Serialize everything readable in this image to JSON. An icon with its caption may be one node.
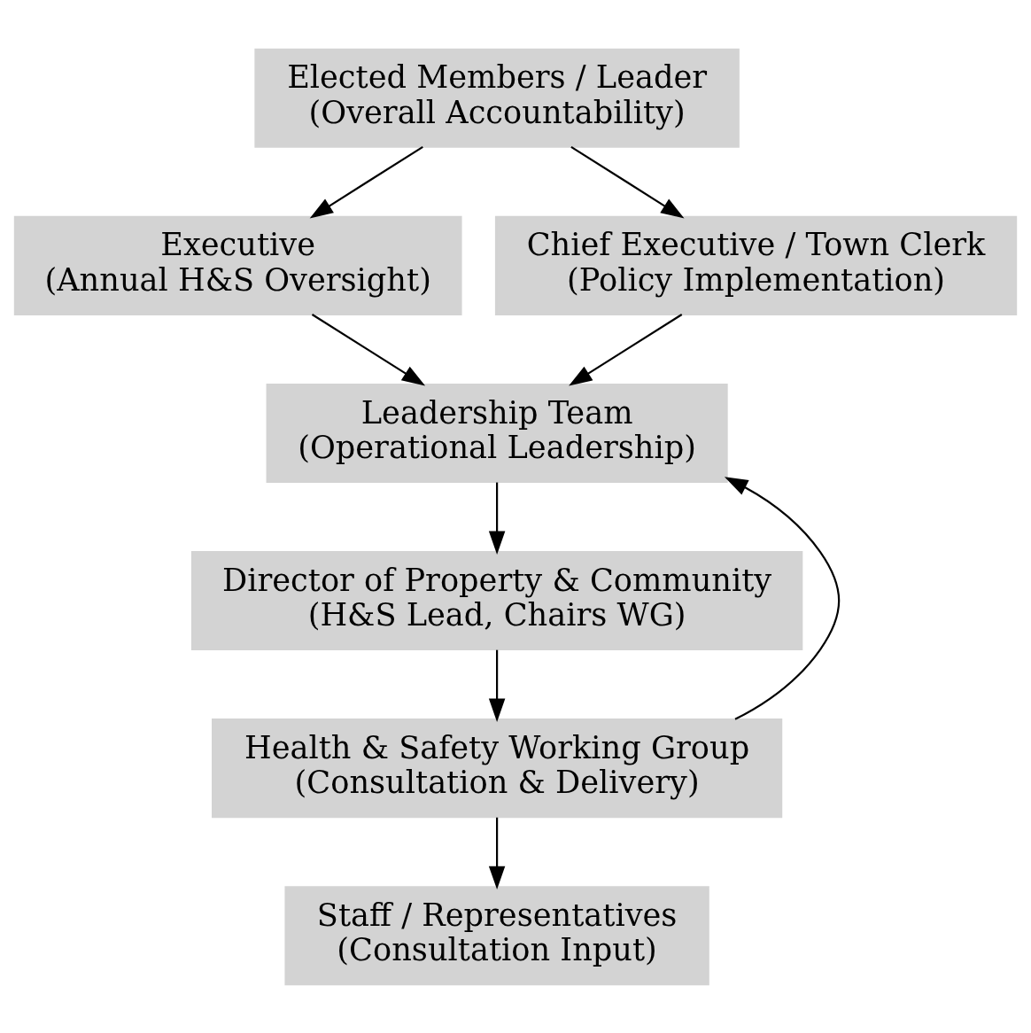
{
  "diagram": {
    "nodes": [
      {
        "text": [
          "Elected Members / Leader",
          "(Overall Accountability)"
        ]
      },
      {
        "text": [
          "Executive",
          "(Annual H&S Oversight)"
        ]
      },
      {
        "text": [
          "Chief Executive / Town Clerk",
          "(Policy Implementation)"
        ]
      },
      {
        "text": [
          "Leadership Team",
          "(Operational Leadership)"
        ]
      },
      {
        "text": [
          "Director of Property & Community",
          "(H&S Lead, Chairs WG)"
        ]
      },
      {
        "text": [
          "Health & Safety Working Group",
          "(Consultation & Delivery)"
        ]
      },
      {
        "text": [
          "Staff / Representatives",
          "(Consultation Input)"
        ]
      }
    ],
    "edges": [
      {
        "from": 0,
        "to": 1,
        "arrow": "to"
      },
      {
        "from": 0,
        "to": 2,
        "arrow": "to"
      },
      {
        "from": 1,
        "to": 3,
        "arrow": "to"
      },
      {
        "from": 2,
        "to": 3,
        "arrow": "to"
      },
      {
        "from": 3,
        "to": 4,
        "arrow": "to"
      },
      {
        "from": 4,
        "to": 5,
        "arrow": "to"
      },
      {
        "from": 5,
        "to": 3,
        "arrow": "to"
      },
      {
        "from": 5,
        "to": 6,
        "arrow": "to"
      }
    ]
  }
}
